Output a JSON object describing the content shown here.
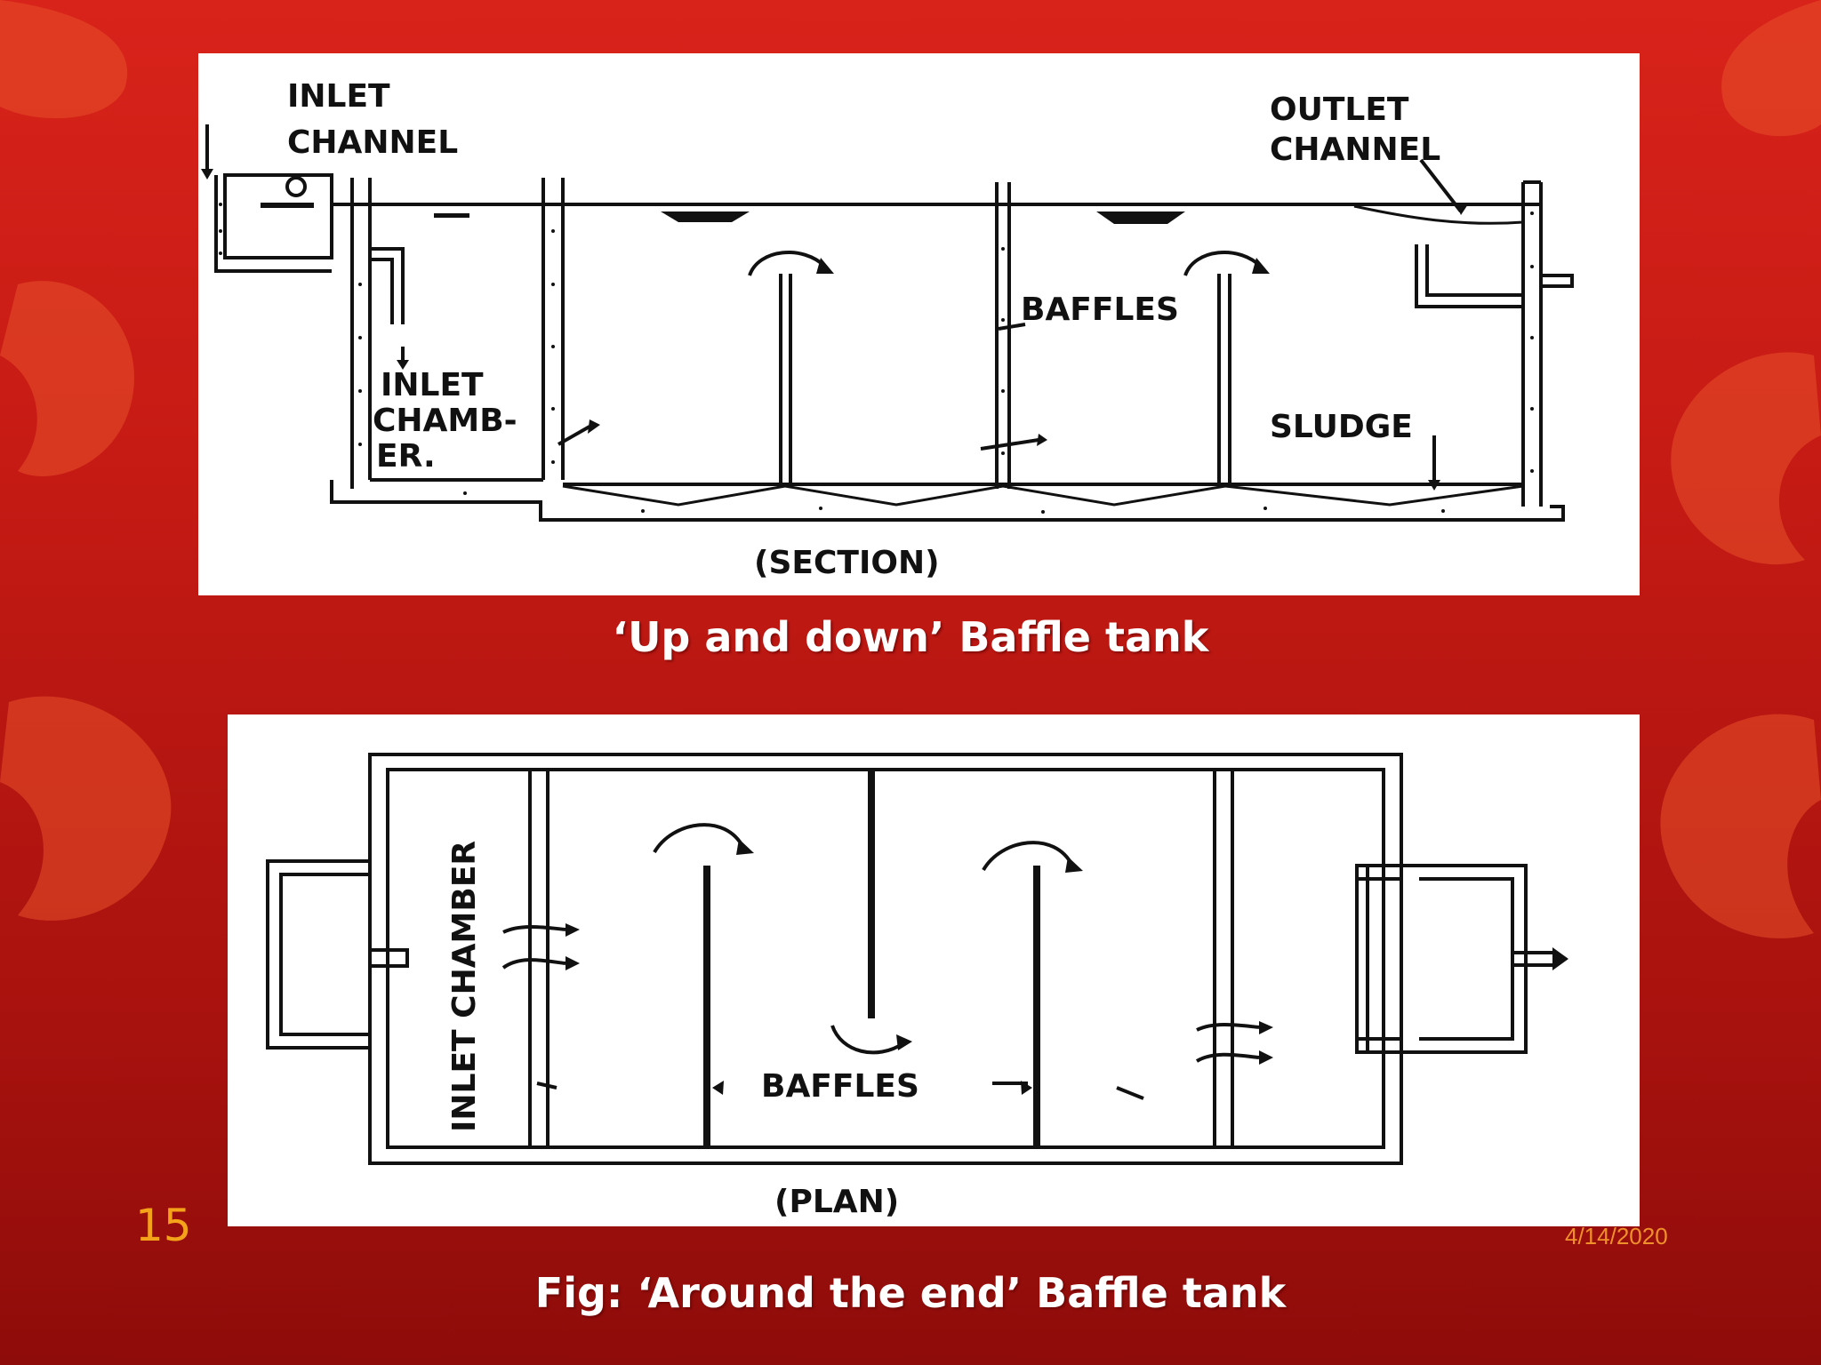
{
  "slide": {
    "number": "15",
    "date": "4/14/2020",
    "colors": {
      "background": "#c51a14",
      "accent": "#f4a21a",
      "panel": "#ffffff",
      "caption": "#ffffff"
    }
  },
  "section_figure": {
    "labels": {
      "inlet_channel_1": "INLET",
      "inlet_channel_2": "CHANNEL",
      "outlet_channel_1": "OUTLET",
      "outlet_channel_2": "CHANNEL",
      "inlet_chamber_1": "INLET",
      "inlet_chamber_2": "CHAMB-",
      "inlet_chamber_3": "ER.",
      "baffles": "BAFFLES",
      "sludge": "SLUDGE",
      "view": "(SECTION)"
    },
    "caption": "‘Up and down’ Baffle tank"
  },
  "plan_figure": {
    "labels": {
      "inlet_chamber": "INLET CHAMBER",
      "baffles": "BAFFLES",
      "view": "(PLAN)"
    },
    "caption": "Fig: ‘Around the end’ Baffle tank"
  }
}
